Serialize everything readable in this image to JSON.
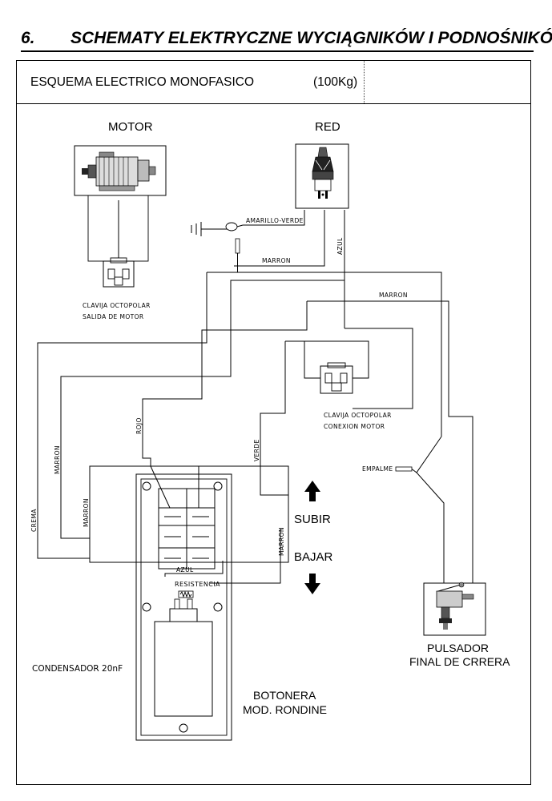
{
  "heading": {
    "number": "6.",
    "title": "SCHEMATY ELEKTRYCZNE WYCIĄGNIKÓW I PODNOŚNIKÓW"
  },
  "header": {
    "subtitle": "ESQUEMA ELECTRICO MONOFASICO",
    "capacity": "(100Kg)"
  },
  "labels": {
    "motor": "MOTOR",
    "red": "RED",
    "ground_wire": "AMARILLO-VERDE",
    "marron": "MARRON",
    "azul": "AZUL",
    "rojo": "ROJO",
    "verde": "VERDE",
    "crema": "CREMA",
    "empalme": "EMPALME",
    "plug_motor_line1": "CLAVIJA OCTOPOLAR",
    "plug_motor_line2": "SALIDA DE MOTOR",
    "plug_conn_line1": "CLAVIJA OCTOPOLAR",
    "plug_conn_line2": "CONEXION MOTOR",
    "subir": "SUBIR",
    "bajar": "BAJAR",
    "resistencia": "RESISTENCIA",
    "condensador": "CONDENSADOR 20nF",
    "botonera_line1": "BOTONERA",
    "botonera_line2": "MOD. RONDINE",
    "pulsador_line1": "PULSADOR",
    "pulsador_line2": "FINAL DE CRRERA"
  },
  "icons": [
    "motor-icon",
    "power-plug-icon",
    "ground-icon",
    "octopolar-plug-icon",
    "limit-switch-icon",
    "capacitor-icon",
    "arrow-up-icon",
    "arrow-down-icon"
  ]
}
